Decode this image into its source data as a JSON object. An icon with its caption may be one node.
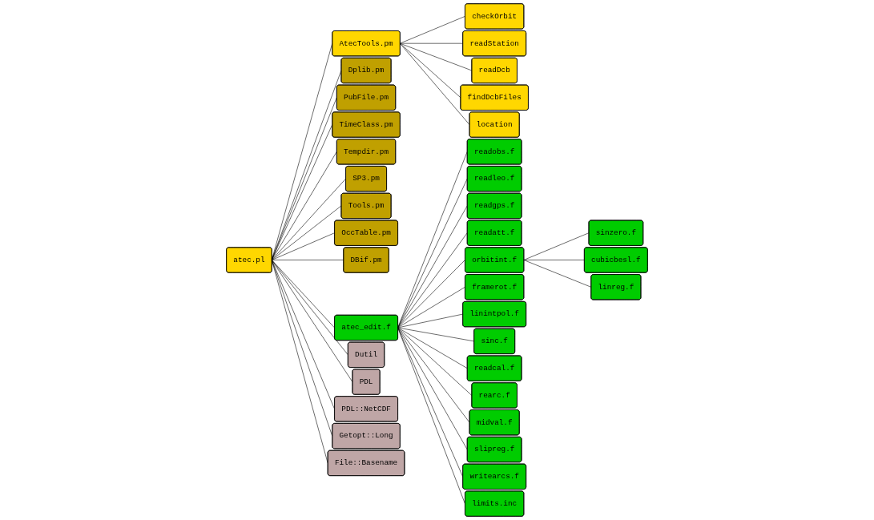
{
  "diagram": {
    "nodes": [
      {
        "text": [
          "atec.pl"
        ]
      },
      {
        "text": [
          "AtecTools.pm"
        ]
      },
      {
        "text": [
          "Dplib.pm"
        ]
      },
      {
        "text": [
          "PubFile.pm"
        ]
      },
      {
        "text": [
          "TimeClass.pm"
        ]
      },
      {
        "text": [
          "Tempdir.pm"
        ]
      },
      {
        "text": [
          "SP3.pm"
        ]
      },
      {
        "text": [
          "Tools.pm"
        ]
      },
      {
        "text": [
          "OccTable.pm"
        ]
      },
      {
        "text": [
          "DBif.pm"
        ]
      },
      {
        "text": [
          "atec_edit.f"
        ]
      },
      {
        "text": [
          "Dutil"
        ]
      },
      {
        "text": [
          "PDL"
        ]
      },
      {
        "text": [
          "PDL::NetCDF"
        ]
      },
      {
        "text": [
          "Getopt::Long"
        ]
      },
      {
        "text": [
          "File::Basename"
        ]
      },
      {
        "text": [
          "checkOrbit"
        ]
      },
      {
        "text": [
          "readStation"
        ]
      },
      {
        "text": [
          "readDcb"
        ]
      },
      {
        "text": [
          "findDcbFiles"
        ]
      },
      {
        "text": [
          "location"
        ]
      },
      {
        "text": [
          "readobs.f"
        ]
      },
      {
        "text": [
          "readleo.f"
        ]
      },
      {
        "text": [
          "readgps.f"
        ]
      },
      {
        "text": [
          "readatt.f"
        ]
      },
      {
        "text": [
          "orbitint.f"
        ]
      },
      {
        "text": [
          "framerot.f"
        ]
      },
      {
        "text": [
          "linintpol.f"
        ]
      },
      {
        "text": [
          "sinc.f"
        ]
      },
      {
        "text": [
          "readcal.f"
        ]
      },
      {
        "text": [
          "rearc.f"
        ]
      },
      {
        "text": [
          "midval.f"
        ]
      },
      {
        "text": [
          "slipreg.f"
        ]
      },
      {
        "text": [
          "writearcs.f"
        ]
      },
      {
        "text": [
          "limits.inc"
        ]
      },
      {
        "text": [
          "sinzero.f"
        ]
      },
      {
        "text": [
          "cubicbesl.f"
        ]
      },
      {
        "text": [
          "linreg.f"
        ]
      }
    ],
    "edges": [
      {
        "from": 0,
        "to": 1,
        "arrow": "none"
      },
      {
        "from": 0,
        "to": 2,
        "arrow": "none"
      },
      {
        "from": 0,
        "to": 3,
        "arrow": "none"
      },
      {
        "from": 0,
        "to": 4,
        "arrow": "none"
      },
      {
        "from": 0,
        "to": 5,
        "arrow": "none"
      },
      {
        "from": 0,
        "to": 6,
        "arrow": "none"
      },
      {
        "from": 0,
        "to": 7,
        "arrow": "none"
      },
      {
        "from": 0,
        "to": 8,
        "arrow": "none"
      },
      {
        "from": 0,
        "to": 9,
        "arrow": "none"
      },
      {
        "from": 0,
        "to": 10,
        "arrow": "none"
      },
      {
        "from": 0,
        "to": 11,
        "arrow": "none"
      },
      {
        "from": 0,
        "to": 12,
        "arrow": "none"
      },
      {
        "from": 0,
        "to": 13,
        "arrow": "none"
      },
      {
        "from": 0,
        "to": 14,
        "arrow": "none"
      },
      {
        "from": 0,
        "to": 15,
        "arrow": "none"
      },
      {
        "from": 1,
        "to": 16,
        "arrow": "none"
      },
      {
        "from": 1,
        "to": 17,
        "arrow": "none"
      },
      {
        "from": 1,
        "to": 18,
        "arrow": "none"
      },
      {
        "from": 1,
        "to": 19,
        "arrow": "none"
      },
      {
        "from": 1,
        "to": 20,
        "arrow": "none"
      },
      {
        "from": 10,
        "to": 21,
        "arrow": "none"
      },
      {
        "from": 10,
        "to": 22,
        "arrow": "none"
      },
      {
        "from": 10,
        "to": 23,
        "arrow": "none"
      },
      {
        "from": 10,
        "to": 24,
        "arrow": "none"
      },
      {
        "from": 10,
        "to": 25,
        "arrow": "none"
      },
      {
        "from": 10,
        "to": 26,
        "arrow": "none"
      },
      {
        "from": 10,
        "to": 27,
        "arrow": "none"
      },
      {
        "from": 10,
        "to": 28,
        "arrow": "none"
      },
      {
        "from": 10,
        "to": 29,
        "arrow": "none"
      },
      {
        "from": 10,
        "to": 30,
        "arrow": "none"
      },
      {
        "from": 10,
        "to": 31,
        "arrow": "none"
      },
      {
        "from": 10,
        "to": 32,
        "arrow": "none"
      },
      {
        "from": 10,
        "to": 33,
        "arrow": "none"
      },
      {
        "from": 10,
        "to": 34,
        "arrow": "none"
      },
      {
        "from": 25,
        "to": 35,
        "arrow": "none"
      },
      {
        "from": 25,
        "to": 36,
        "arrow": "none"
      },
      {
        "from": 25,
        "to": 37,
        "arrow": "none"
      }
    ]
  }
}
